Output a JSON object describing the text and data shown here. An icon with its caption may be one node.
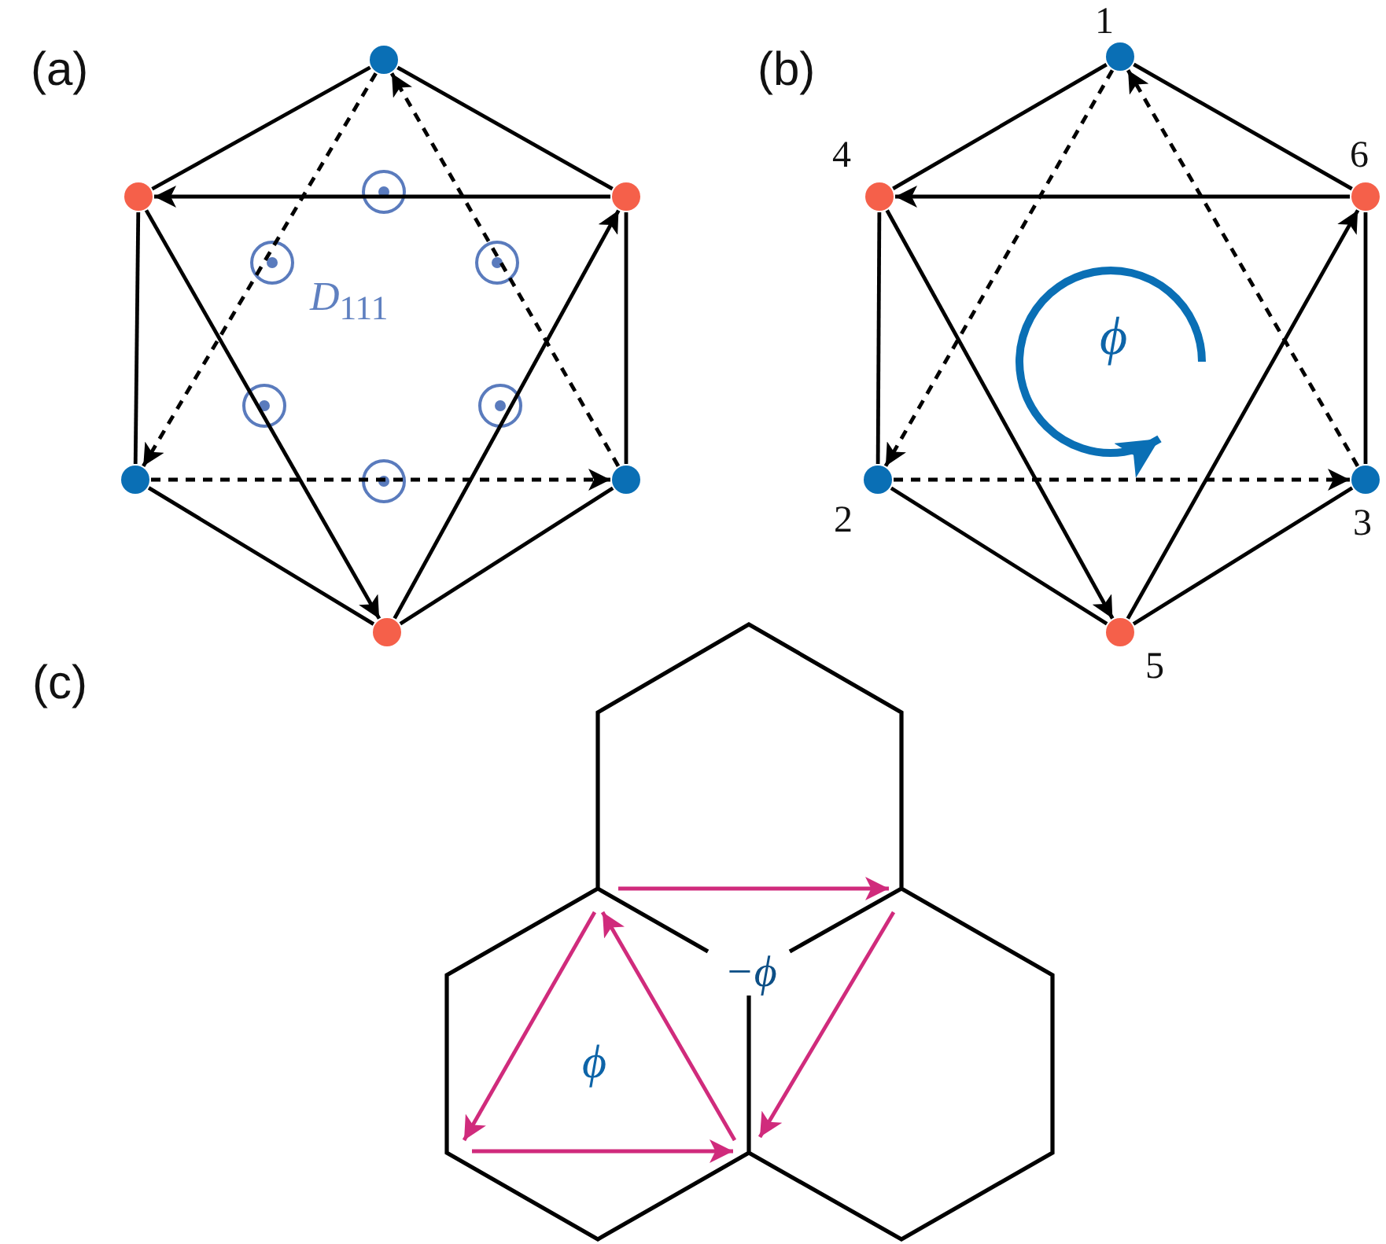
{
  "diagram": {
    "nodes": [
      {
        "text": [],
        "shape": "circle"
      },
      {
        "text": [],
        "shape": "circle"
      },
      {
        "text": [],
        "shape": "circle"
      },
      {
        "text": [],
        "shape": "circle"
      },
      {
        "text": [],
        "shape": "circle"
      },
      {
        "text": [],
        "shape": "circle"
      },
      {
        "text": [],
        "shape": "circle",
        "beside": [
          "1"
        ]
      },
      {
        "text": [],
        "shape": "circle",
        "beside": [
          "4"
        ]
      },
      {
        "text": [],
        "shape": "circle",
        "beside": [
          "6"
        ]
      },
      {
        "text": [],
        "shape": "circle",
        "beside": [
          "2"
        ]
      },
      {
        "text": [],
        "shape": "circle",
        "beside": [
          "3"
        ]
      },
      {
        "text": [],
        "shape": "circle",
        "beside": [
          "5"
        ]
      }
    ],
    "edges": [
      {
        "from": 0,
        "to": 1,
        "arrow": "none"
      },
      {
        "from": 0,
        "to": 2,
        "arrow": "none"
      },
      {
        "from": 1,
        "to": 3,
        "arrow": "none"
      },
      {
        "from": 2,
        "to": 4,
        "arrow": "none"
      },
      {
        "from": 3,
        "to": 5,
        "arrow": "none"
      },
      {
        "from": 4,
        "to": 5,
        "arrow": "none"
      },
      {
        "from": 2,
        "to": 1,
        "arrow": "to"
      },
      {
        "from": 1,
        "to": 5,
        "arrow": "to"
      },
      {
        "from": 5,
        "to": 2,
        "arrow": "to"
      },
      {
        "from": 0,
        "to": 3,
        "arrow": "to",
        "style": "dashed"
      },
      {
        "from": 3,
        "to": 4,
        "arrow": "to",
        "style": "dashed"
      },
      {
        "from": 4,
        "to": 0,
        "arrow": "to",
        "style": "dashed"
      },
      {
        "from": 6,
        "to": 7,
        "arrow": "none"
      },
      {
        "from": 6,
        "to": 8,
        "arrow": "none"
      },
      {
        "from": 7,
        "to": 9,
        "arrow": "none"
      },
      {
        "from": 8,
        "to": 10,
        "arrow": "none"
      },
      {
        "from": 9,
        "to": 11,
        "arrow": "none"
      },
      {
        "from": 10,
        "to": 11,
        "arrow": "none"
      },
      {
        "from": 8,
        "to": 7,
        "arrow": "to"
      },
      {
        "from": 7,
        "to": 11,
        "arrow": "to"
      },
      {
        "from": 11,
        "to": 8,
        "arrow": "to"
      },
      {
        "from": 6,
        "to": 9,
        "arrow": "to",
        "style": "dashed"
      },
      {
        "from": 9,
        "to": 10,
        "arrow": "to",
        "style": "dashed"
      },
      {
        "from": 10,
        "to": 6,
        "arrow": "to",
        "style": "dashed"
      }
    ],
    "labels": [
      "(a)",
      "*D*$_{111}$",
      "(b)",
      "ϕ",
      "(c)",
      "−ϕ",
      "ϕ"
    ]
  }
}
